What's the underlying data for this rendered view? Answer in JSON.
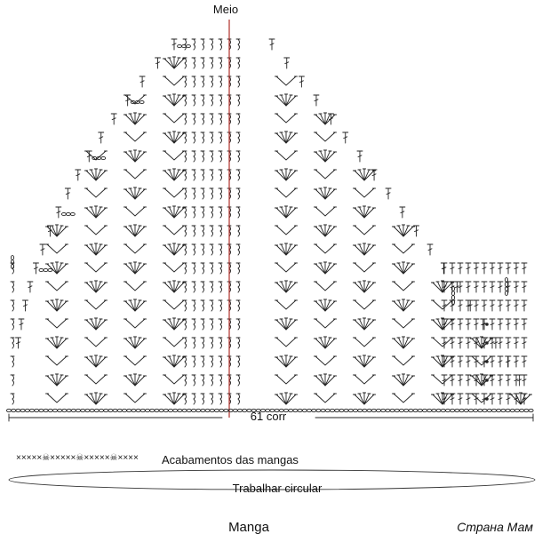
{
  "labels": {
    "center": "Meio",
    "chain_count": "61 corr",
    "finishing": "Acabamentos das mangas",
    "finishing_stitches": "×××××☠×××××☠×××××☠××××",
    "circular": "Trabalhar circular",
    "title": "Manga"
  },
  "watermark": "Страна Мам",
  "colors": {
    "ink": "#222222",
    "center_line": "#b0302a",
    "watermark": "#c8102e",
    "background": "#ffffff"
  }
}
